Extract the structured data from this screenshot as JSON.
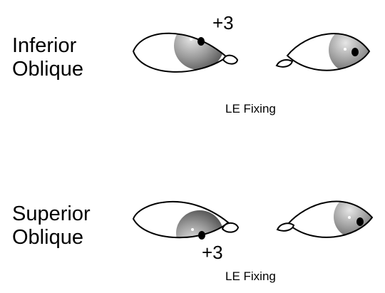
{
  "inferior": {
    "name_line1": "Inferior",
    "name_line2": "Oblique",
    "grade": "+3",
    "fixing": "LE Fixing"
  },
  "superior": {
    "name_line1": "Superior",
    "name_line2": "Oblique",
    "grade": "+3",
    "fixing": "LE Fixing"
  },
  "colors": {
    "outline": "#000000",
    "iris_dark": "#555555",
    "iris_light": "#e6e6e6",
    "pupil": "#000000"
  }
}
